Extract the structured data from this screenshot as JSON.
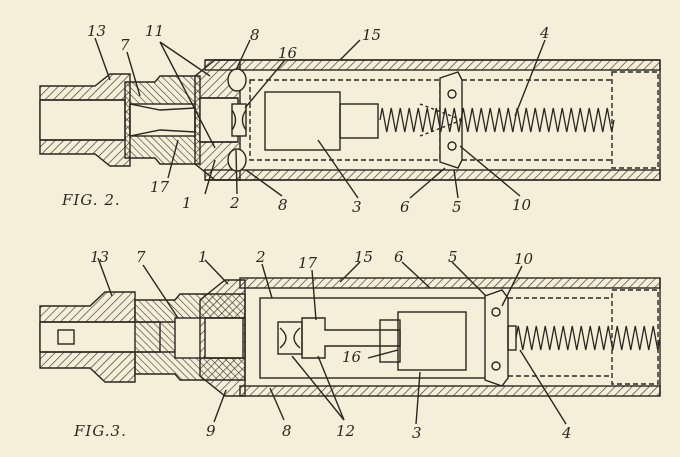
{
  "colors": {
    "paper": "#f5efd9",
    "ink": "#2a2620",
    "hatch": "#3a352d"
  },
  "fig2": {
    "caption": "FIG. 2.",
    "labels": {
      "l13": "13",
      "l7": "7",
      "l11": "11",
      "l8a": "8",
      "l16": "16",
      "l15": "15",
      "l4": "4",
      "l17": "17",
      "l1": "1",
      "l2": "2",
      "l8b": "8",
      "l3": "3",
      "l6": "6",
      "l5": "5",
      "l10": "10"
    }
  },
  "fig3": {
    "caption": "FIG.3.",
    "labels": {
      "l13": "13",
      "l7": "7",
      "l1": "1",
      "l2": "2",
      "l17": "17",
      "l15": "15",
      "l6": "6",
      "l5": "5",
      "l10": "10",
      "l16": "16",
      "l9": "9",
      "l8": "8",
      "l12": "12",
      "l3": "3",
      "l4": "4"
    }
  }
}
